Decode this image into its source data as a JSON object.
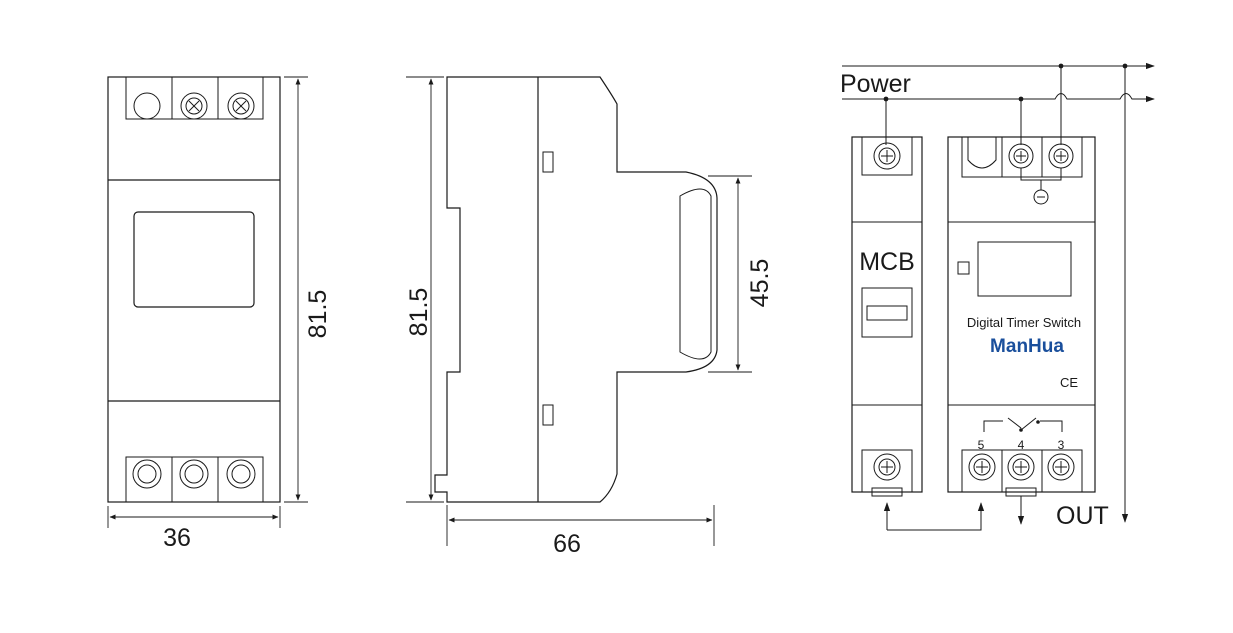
{
  "front_view": {
    "width_label": "36",
    "height_label": "81.5"
  },
  "side_view": {
    "height_label": "81.5",
    "depth_label": "66",
    "front_height_label": "45.5"
  },
  "wiring": {
    "power_label": "Power",
    "mcb_label": "MCB",
    "device_name": "Digital Timer Switch",
    "brand": "ManHua",
    "ce_mark": "CE",
    "terminal_5": "5",
    "terminal_4": "4",
    "terminal_3": "3",
    "out_label": "OUT"
  },
  "colors": {
    "line": "#1a1a1a",
    "brand": "#1a4f9c"
  }
}
